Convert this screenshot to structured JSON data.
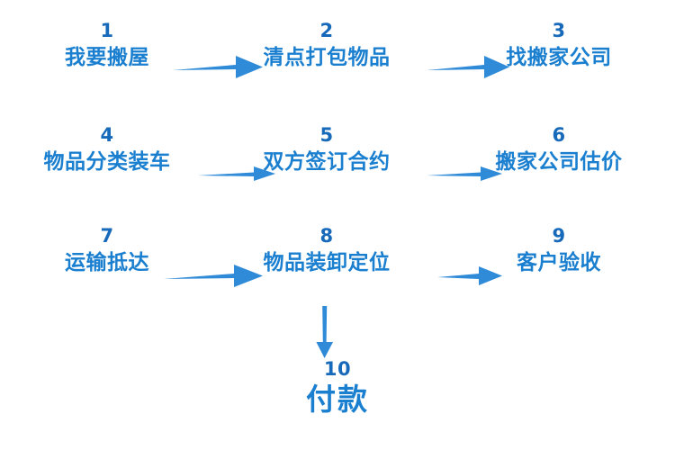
{
  "diagram": {
    "title_color": "#1b7fd0",
    "number_color": "#1769ba",
    "arrow_color": "#2f8ad8",
    "background": "#ffffff",
    "steps": [
      {
        "number": "1",
        "label": "我要搬屋"
      },
      {
        "number": "2",
        "label": "清点打包物品"
      },
      {
        "number": "3",
        "label": "找搬家公司"
      },
      {
        "number": "4",
        "label": "物品分类装车"
      },
      {
        "number": "5",
        "label": "双方签订合约"
      },
      {
        "number": "6",
        "label": "搬家公司估价"
      },
      {
        "number": "7",
        "label": "运输抵达"
      },
      {
        "number": "8",
        "label": "物品装卸定位"
      },
      {
        "number": "9",
        "label": "客户验收"
      },
      {
        "number": "10",
        "label": "付款"
      }
    ],
    "connectors": [
      {
        "name": "arrow-1-to-2",
        "direction": "right"
      },
      {
        "name": "arrow-2-to-3",
        "direction": "right"
      },
      {
        "name": "arrow-4-to-5",
        "direction": "right"
      },
      {
        "name": "arrow-5-to-6",
        "direction": "right"
      },
      {
        "name": "arrow-7-to-8",
        "direction": "right"
      },
      {
        "name": "arrow-8-to-9",
        "direction": "right"
      },
      {
        "name": "arrow-8-to-10",
        "direction": "down"
      }
    ]
  }
}
